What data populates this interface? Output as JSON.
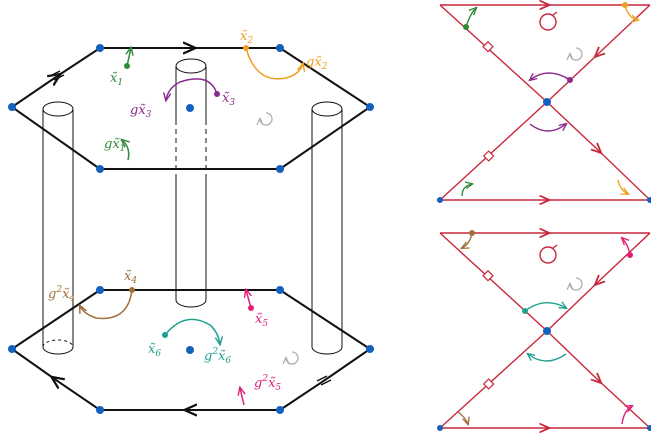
{
  "labels": {
    "x1": "x̃",
    "x1_sub": "1",
    "gx1": "gx̃",
    "gx1_sub": "1",
    "x2": "x̃",
    "x2_sub": "2",
    "gx2": "gx̃",
    "gx2_sub": "2",
    "x3": "x̃",
    "x3_sub": "3",
    "gx3": "gx̃",
    "gx3_sub": "3",
    "x4": "x̃",
    "x4_sub": "4",
    "g2x4": "g",
    "g2x4_sup": "2",
    "g2x4_tail": "x̃",
    "g2x4_sub": "4",
    "x5": "x̃",
    "x5_sub": "5",
    "g2x5": "g",
    "g2x5_sup": "2",
    "g2x5_tail": "x̃",
    "g2x5_sub": "5",
    "x6": "x̃",
    "x6_sub": "6",
    "g2x6": "g",
    "g2x6_sup": "2",
    "g2x6_tail": "x̃",
    "g2x6_sub": "6"
  },
  "colors": {
    "edge_black": "#111111",
    "vertex_blue": "#1560bd",
    "edge_red": "#c8283c",
    "green": "#2e8b3a",
    "orange": "#f0a020",
    "purple": "#8a2a8a",
    "brown": "#a0703a",
    "magenta": "#e0207a",
    "teal": "#20a090",
    "gray_arrow": "#b0b0b0"
  },
  "icons": [
    "rotation-arrow-icon",
    "diamond-marker-icon",
    "loop-arrow-icon"
  ]
}
